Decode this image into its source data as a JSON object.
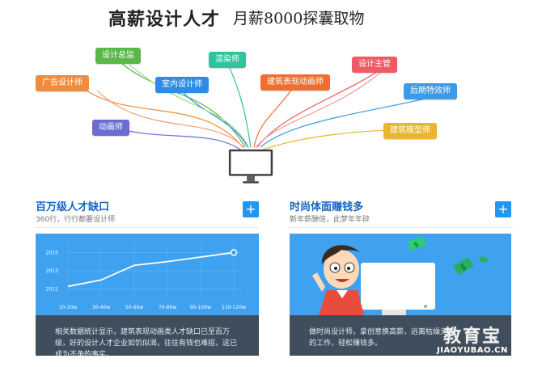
{
  "header": {
    "title": "高薪设计人才",
    "subtitle": "月薪8000探囊取物"
  },
  "tags": [
    {
      "id": "ad-designer",
      "label": "广告设计师",
      "color": "#f08c3c"
    },
    {
      "id": "design-director",
      "label": "设计总监",
      "color": "#5ab848"
    },
    {
      "id": "interior-designer",
      "label": "室内设计师",
      "color": "#2e8ce6"
    },
    {
      "id": "renderer",
      "label": "渲染师",
      "color": "#2ec49c"
    },
    {
      "id": "arch-animator",
      "label": "建筑表现动画师",
      "color": "#f06e30"
    },
    {
      "id": "design-manager",
      "label": "设计主管",
      "color": "#ef5a64"
    },
    {
      "id": "post-effects",
      "label": "后期特效师",
      "color": "#3c9ae6"
    },
    {
      "id": "animator",
      "label": "动画师",
      "color": "#6a6cd0"
    },
    {
      "id": "arch-modeler",
      "label": "建筑模型师",
      "color": "#e8b632"
    }
  ],
  "left_panel": {
    "title": "百万级人才缺口",
    "subtitle": "360行，行行都要设计师",
    "plus_label": "+",
    "description": "相关数据统计显示，建筑表现动画类人才缺口已至百万级，好的设计人才企业如饥似渴，往往有钱也难招，这已成为不争的事实。",
    "chart_data": {
      "type": "line",
      "categories": [
        "10-20w",
        "30-40w",
        "50-60w",
        "70-80w",
        "90-100w",
        "110-120w"
      ],
      "y_ticks": [
        "2011",
        "2013",
        "2015"
      ],
      "values": [
        2011.3,
        2012.0,
        2013.6,
        2014.0,
        2014.5,
        2015.0
      ],
      "ylim": [
        2010,
        2016
      ],
      "line_color": "#ffffff"
    }
  },
  "right_panel": {
    "title": "时尚体面赚钱多",
    "subtitle": "新年薪酬倍，此梦年年碎",
    "plus_label": "+",
    "description": "做时尚设计师，拿创意换高薪，远离枯燥无味的工作，轻松赚钱多。"
  },
  "watermark": {
    "cn": "教育宝",
    "en": "JIAOYUBAO.CN"
  }
}
